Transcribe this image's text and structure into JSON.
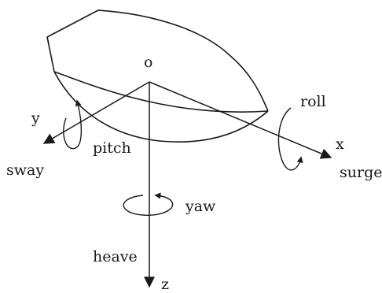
{
  "labels": {
    "origin": "o",
    "y_axis": "y",
    "x_axis": "x",
    "z_axis": "z",
    "sway": "sway",
    "pitch": "pitch",
    "roll": "roll",
    "surge": "surge",
    "yaw": "yaw",
    "heave": "heave"
  },
  "colors": {
    "ink": "#1a1a1a",
    "background": "#ffffff"
  }
}
